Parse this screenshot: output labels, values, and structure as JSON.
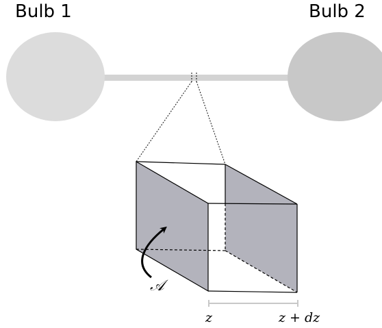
{
  "labels": {
    "bulb1": "Bulb 1",
    "bulb2": "Bulb 2",
    "area": "𝒜",
    "z_left": "z",
    "z_right": "z + dz"
  },
  "colors": {
    "bulb_left": "#dcdcdc",
    "bulb_right": "#c8c8c8",
    "tube": "#d3d3d3",
    "face_fill": "#b3b3bc",
    "edge": "#000000",
    "scale_bar": "#c8c8c8"
  }
}
